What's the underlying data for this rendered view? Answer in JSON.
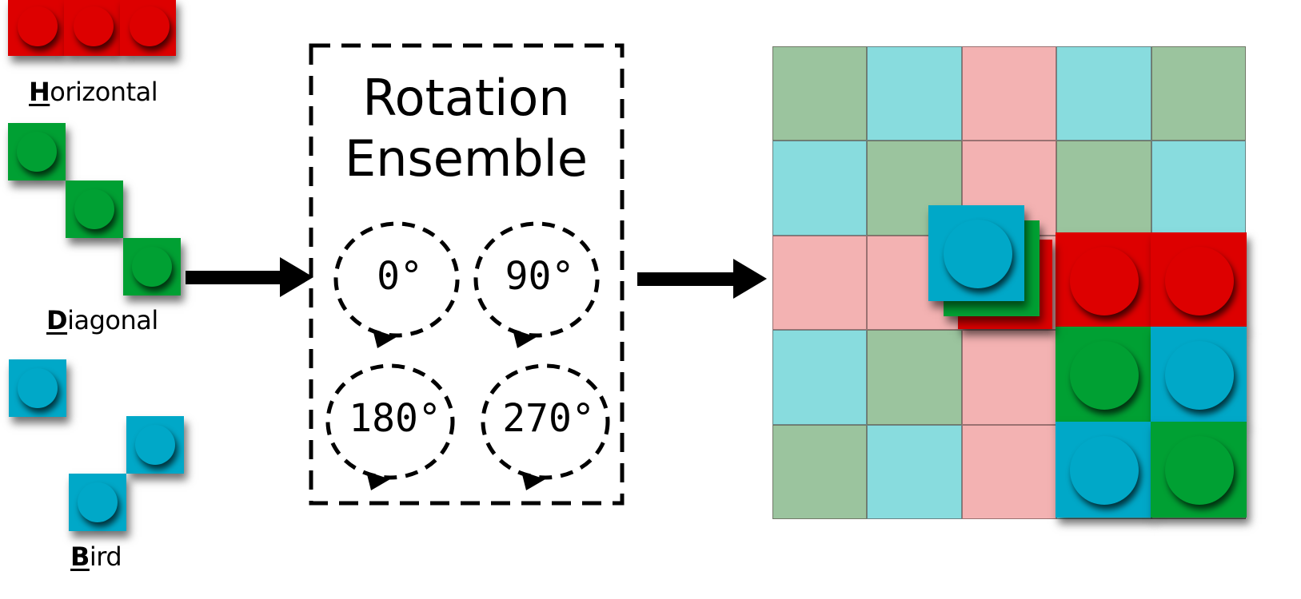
{
  "colors": {
    "red": "#dd0000",
    "green": "#00a033",
    "cyan": "#00a8c8",
    "cell_green": "#9bc49e",
    "cell_cyan": "#88dcde",
    "cell_pink": "#f3b2b2",
    "ink": "#000000"
  },
  "pieces": {
    "horizontal": {
      "label_first": "H",
      "label_rest": "orizontal",
      "color": "red",
      "count": 3
    },
    "diagonal": {
      "label_first": "D",
      "label_rest": "iagonal",
      "color": "green",
      "count": 3
    },
    "bird": {
      "label_first": "B",
      "label_rest": "ird",
      "color": "cyan",
      "count": 3
    }
  },
  "ensemble": {
    "title_line1": "Rotation",
    "title_line2": "Ensemble",
    "rotations": [
      "0°",
      "90°",
      "180°",
      "270°"
    ]
  },
  "board": {
    "rows": 5,
    "cols": 5,
    "cells": [
      [
        "cell_green",
        "cell_cyan",
        "cell_pink",
        "cell_cyan",
        "cell_green"
      ],
      [
        "cell_cyan",
        "cell_green",
        "cell_pink",
        "cell_green",
        "cell_cyan"
      ],
      [
        "cell_pink",
        "cell_pink",
        "cell_pink",
        "cell_green",
        "cell_cyan"
      ],
      [
        "cell_cyan",
        "cell_green",
        "cell_pink",
        "cell_cyan",
        "cell_green"
      ],
      [
        "cell_green",
        "cell_cyan",
        "cell_pink",
        "cell_cyan",
        "cell_green"
      ]
    ],
    "placed_pieces": [
      {
        "row": 2,
        "col": 3,
        "color": "red"
      },
      {
        "row": 2,
        "col": 4,
        "color": "red"
      },
      {
        "row": 3,
        "col": 3,
        "color": "green"
      },
      {
        "row": 3,
        "col": 4,
        "color": "cyan"
      },
      {
        "row": 4,
        "col": 3,
        "color": "cyan"
      },
      {
        "row": 4,
        "col": 4,
        "color": "green"
      }
    ],
    "candidate_stack": [
      "red",
      "green",
      "cyan"
    ]
  }
}
